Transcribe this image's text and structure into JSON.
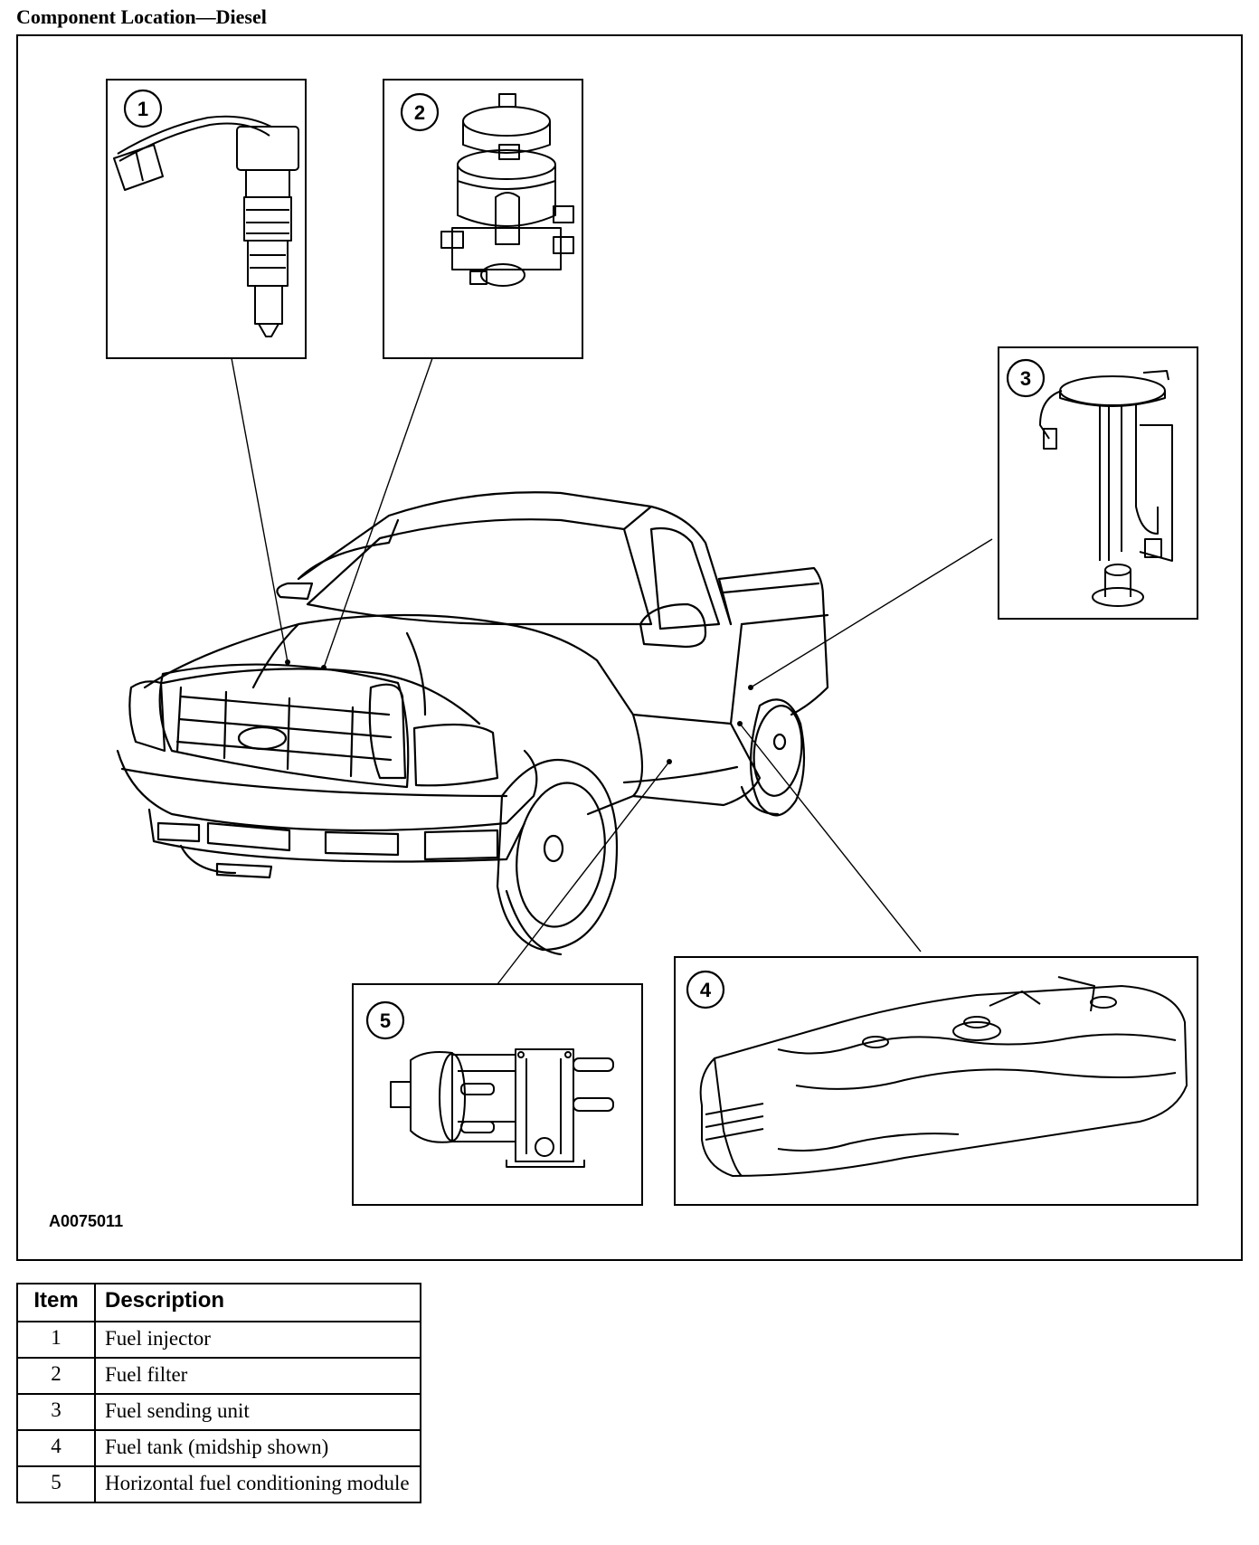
{
  "page_title": "Component Location—Diesel",
  "figure_id": "A0075011",
  "callouts": [
    "1",
    "2",
    "3",
    "4",
    "5"
  ],
  "legend": {
    "headers": {
      "item": "Item",
      "description": "Description"
    },
    "rows": [
      {
        "item": "1",
        "description": "Fuel injector"
      },
      {
        "item": "2",
        "description": "Fuel filter"
      },
      {
        "item": "3",
        "description": "Fuel sending unit"
      },
      {
        "item": "4",
        "description": "Fuel tank (midship shown)"
      },
      {
        "item": "5",
        "description": "Horizontal fuel conditioning module"
      }
    ]
  }
}
